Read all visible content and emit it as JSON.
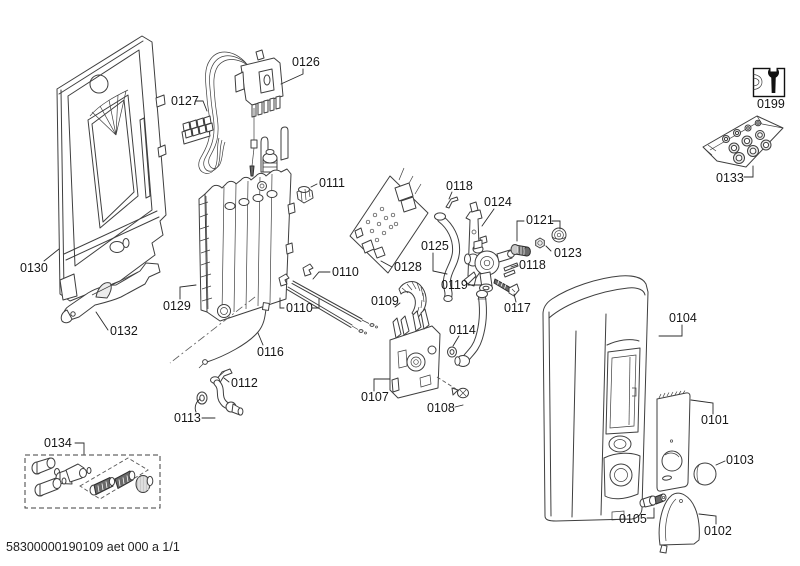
{
  "page": {
    "type": "exploded-parts-diagram",
    "product": "instantaneous-water-heater-spare-parts",
    "footer": "58300000190109 aet 000 a 1/1"
  },
  "colors": {
    "background": "#ffffff",
    "line": "#3f3f3f",
    "label_text": "#161616",
    "dark_part_fill": "#6a6a6a",
    "light_part_fill": "#ececec"
  },
  "icons": {
    "service_icon": "wrench-icon"
  },
  "labels": [
    {
      "text": "0130"
    },
    {
      "text": "0132"
    },
    {
      "text": "0129"
    },
    {
      "text": "0127"
    },
    {
      "text": "0126"
    },
    {
      "text": "0111"
    },
    {
      "text": "0110"
    },
    {
      "text": "0110"
    },
    {
      "text": "0128"
    },
    {
      "text": "0109"
    },
    {
      "text": "0118"
    },
    {
      "text": "0124"
    },
    {
      "text": "0125"
    },
    {
      "text": "0121"
    },
    {
      "text": "0123"
    },
    {
      "text": "0118"
    },
    {
      "text": "0119"
    },
    {
      "text": "0117"
    },
    {
      "text": "0116"
    },
    {
      "text": "0112"
    },
    {
      "text": "0113"
    },
    {
      "text": "0114"
    },
    {
      "text": "0107"
    },
    {
      "text": "0108"
    },
    {
      "text": "0134"
    },
    {
      "text": "0104"
    },
    {
      "text": "0101"
    },
    {
      "text": "0103"
    },
    {
      "text": "0105"
    },
    {
      "text": "0102"
    },
    {
      "text": "0133"
    },
    {
      "text": "0199"
    }
  ]
}
